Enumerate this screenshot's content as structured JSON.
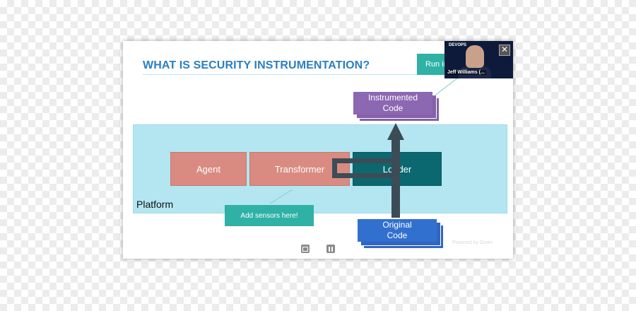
{
  "slide": {
    "title": "WHAT IS SECURITY INSTRUMENTATION?",
    "run_label": "Run in",
    "instrumented_code": "Instrumented\nCode",
    "platform_label": "Platform",
    "agent_label": "Agent",
    "transformer_label": "Transformer",
    "loader_label": "Loader",
    "sensors_label": "Add sensors here!",
    "original_code": "Original\nCode",
    "powered_by": "Powered by Zoom"
  },
  "video": {
    "speaker_name": "Jeff Williams (...",
    "logo_text": "DEVOPS"
  },
  "controls": {
    "slide_icon": "slide-icon",
    "pause_icon": "pause-icon"
  },
  "colors": {
    "title": "#2a7fc0",
    "teal": "#2fb1a6",
    "purple": "#8c67b2",
    "platform_bg": "#b3e6f0",
    "salmon": "#d98b82",
    "loader": "#0b6870",
    "blue": "#3270cf"
  }
}
